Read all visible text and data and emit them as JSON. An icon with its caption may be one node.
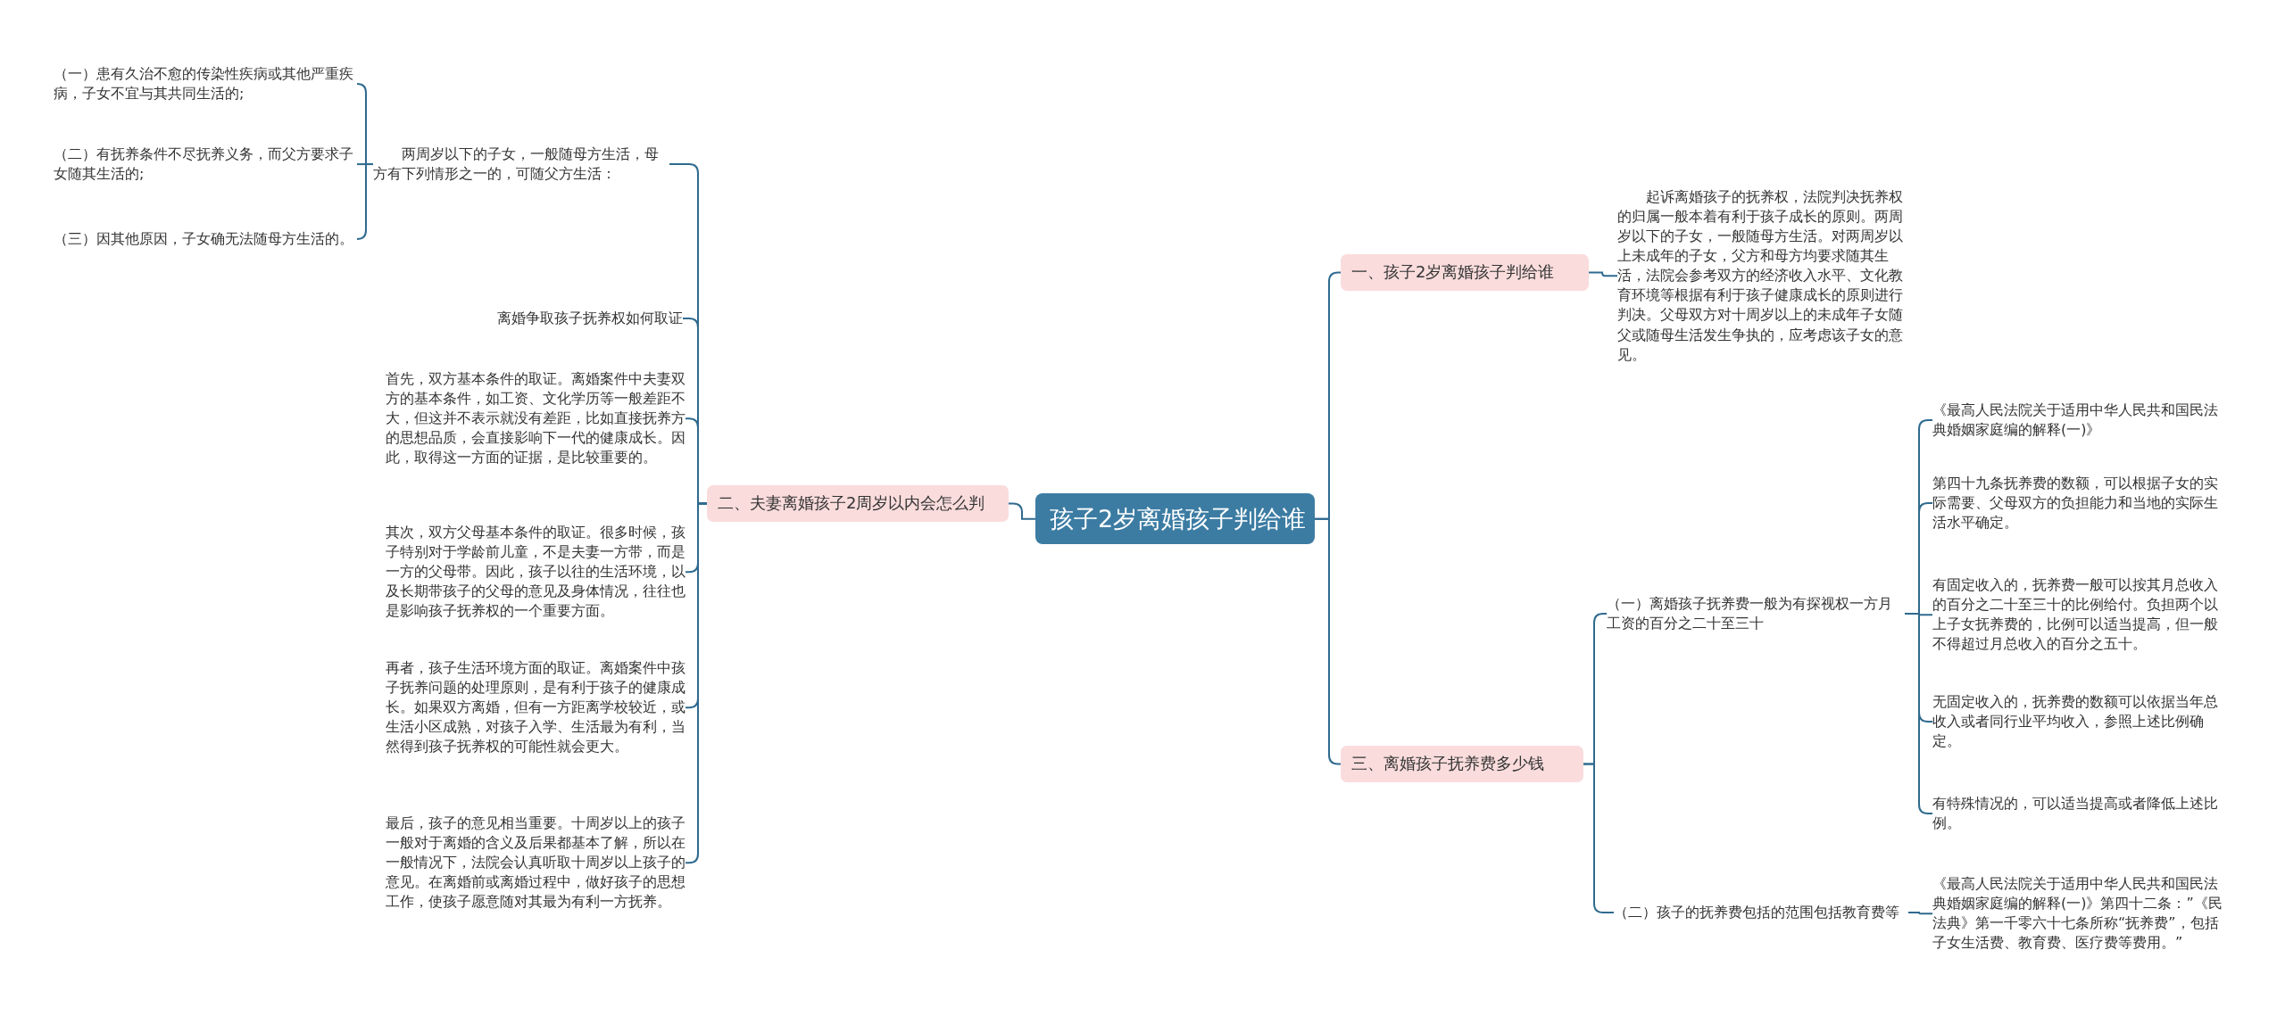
{
  "diagram": {
    "nodes": [
      {
        "text": [
          "孩子2岁离婚孩子判给谁"
        ]
      },
      {
        "text": [
          "一、孩子2岁离婚孩子判给谁"
        ]
      },
      {
        "text": [
          "起诉离婚孩子的抚养权，法院判决抚养权的归属一般本着有利于孩子成长的原则。两周岁以下的子女，一般随母方生活。对两周岁以上未成年的子女，父方和母方均要求随其生活，法院会参考双方的经济收入水平、文化教育环境等根据有利于孩子健康成长的原则进行判决。父母双方对十周岁以上的未成年子女随父或随母生活发生争执的，应考虑该子女的意见。"
        ]
      },
      {
        "text": [
          "三、离婚孩子抚养费多少钱"
        ]
      },
      {
        "text": [
          "（一）离婚孩子抚养费一般为有探视权一方月工资的百分之二十至三十"
        ]
      },
      {
        "text": [
          "《最高人民法院关于适用中华人民共和国民法典婚姻家庭编的解释(一)》"
        ]
      },
      {
        "text": [
          "第四十九条抚养费的数额，可以根据子女的实际需要、父母双方的负担能力和当地的实际生活水平确定。"
        ]
      },
      {
        "text": [
          "有固定收入的，抚养费一般可以按其月总收入的百分之二十至三十的比例给付。负担两个以上子女抚养费的，比例可以适当提高，但一般不得超过月总收入的百分之五十。"
        ]
      },
      {
        "text": [
          "无固定收入的，抚养费的数额可以依据当年总收入或者同行业平均收入，参照上述比例确定。"
        ]
      },
      {
        "text": [
          "有特殊情况的，可以适当提高或者降低上述比例。"
        ]
      },
      {
        "text": [
          "（二）孩子的抚养费包括的范围包括教育费等"
        ]
      },
      {
        "text": [
          "《最高人民法院关于适用中华人民共和国民法典婚姻家庭编的解释(一)》第四十二条：”《民法典》第一千零六十七条所称“抚养费”，包括子女生活费、教育费、医疗费等费用。”"
        ]
      },
      {
        "text": [
          "二、夫妻离婚孩子2周岁以内会怎么判"
        ]
      },
      {
        "text": [
          "两周岁以下的子女，一般随母方生活，母方有下列情形之一的，可随父方生活："
        ]
      },
      {
        "text": [
          "（一）患有久治不愈的传染性疾病或其他严重疾病，子女不宜与其共同生活的;"
        ]
      },
      {
        "text": [
          "（二）有抚养条件不尽抚养义务，而父方要求子女随其生活的;"
        ]
      },
      {
        "text": [
          "（三）因其他原因，子女确无法随母方生活的。"
        ]
      },
      {
        "text": [
          "离婚争取孩子抚养权如何取证"
        ]
      },
      {
        "text": [
          "首先，双方基本条件的取证。离婚案件中夫妻双方的基本条件，如工资、文化学历等一般差距不大，但这并不表示就没有差距，比如直接抚养方的思想品质，会直接影响下一代的健康成长。因此，取得这一方面的证据，是比较重要的。"
        ]
      },
      {
        "text": [
          "其次，双方父母基本条件的取证。很多时候，孩子特别对于学龄前儿童，不是夫妻一方带，而是一方的父母带。因此，孩子以往的生活环境，以及长期带孩子的父母的意见及身体情况，往往也是影响孩子抚养权的一个重要方面。"
        ]
      },
      {
        "text": [
          "再者，孩子生活环境方面的取证。离婚案件中孩子抚养问题的处理原则，是有利于孩子的健康成长。如果双方离婚，但有一方距离学校较近，或生活小区成熟，对孩子入学、生活最为有利，当然得到孩子抚养权的可能性就会更大。"
        ]
      },
      {
        "text": [
          "最后，孩子的意见相当重要。十周岁以上的孩子一般对于离婚的含义及后果都基本了解，所以在一般情况下，法院会认真听取十周岁以上孩子的意见。在离婚前或离婚过程中，做好孩子的思想工作，使孩子愿意随对其最为有利一方抚养。"
        ]
      }
    ],
    "edges": [
      {
        "from": 0,
        "to": 1,
        "arrow": "none"
      },
      {
        "from": 0,
        "to": 3,
        "arrow": "none"
      },
      {
        "from": 0,
        "to": 12,
        "arrow": "none"
      },
      {
        "from": 1,
        "to": 2,
        "arrow": "none"
      },
      {
        "from": 3,
        "to": 4,
        "arrow": "none"
      },
      {
        "from": 3,
        "to": 10,
        "arrow": "none"
      },
      {
        "from": 4,
        "to": 5,
        "arrow": "none"
      },
      {
        "from": 4,
        "to": 6,
        "arrow": "none"
      },
      {
        "from": 4,
        "to": 7,
        "arrow": "none"
      },
      {
        "from": 4,
        "to": 8,
        "arrow": "none"
      },
      {
        "from": 4,
        "to": 9,
        "arrow": "none"
      },
      {
        "from": 10,
        "to": 11,
        "arrow": "none"
      },
      {
        "from": 12,
        "to": 13,
        "arrow": "none"
      },
      {
        "from": 12,
        "to": 17,
        "arrow": "none"
      },
      {
        "from": 12,
        "to": 18,
        "arrow": "none"
      },
      {
        "from": 12,
        "to": 19,
        "arrow": "none"
      },
      {
        "from": 12,
        "to": 20,
        "arrow": "none"
      },
      {
        "from": 12,
        "to": 21,
        "arrow": "none"
      },
      {
        "from": 13,
        "to": 14,
        "arrow": "none"
      },
      {
        "from": 13,
        "to": 15,
        "arrow": "none"
      },
      {
        "from": 13,
        "to": 16,
        "arrow": "none"
      }
    ]
  }
}
